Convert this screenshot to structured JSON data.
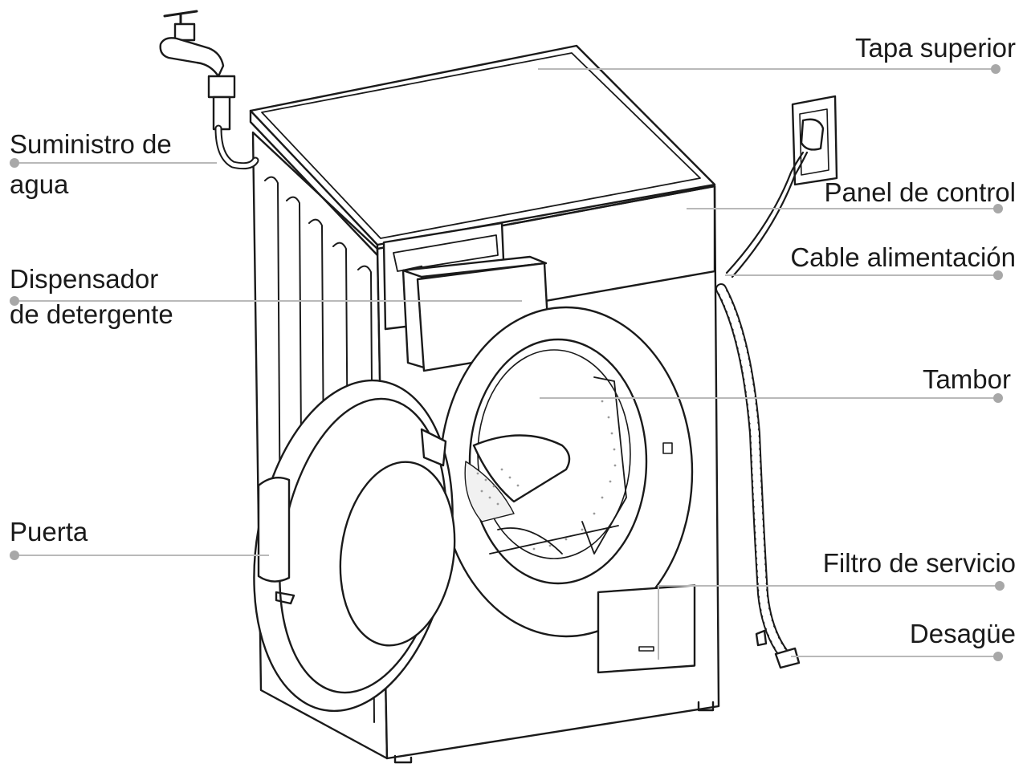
{
  "labels": {
    "tapa_superior": "Tapa superior",
    "panel_control": "Panel de control",
    "cable_alimentacion": "Cable alimentación",
    "tambor": "Tambor",
    "filtro_servicio": "Filtro de servicio",
    "desague": "Desagüe",
    "suministro_1": "Suministro de",
    "suministro_2": "agua",
    "dispensador_1": "Dispensador",
    "dispensador_2": "de detergente",
    "puerta": "Puerta"
  },
  "colors": {
    "line": "#1a1a1a",
    "leader": "#b9b9b9",
    "dot": "#a8a8a8",
    "text": "#1a1a1a"
  }
}
